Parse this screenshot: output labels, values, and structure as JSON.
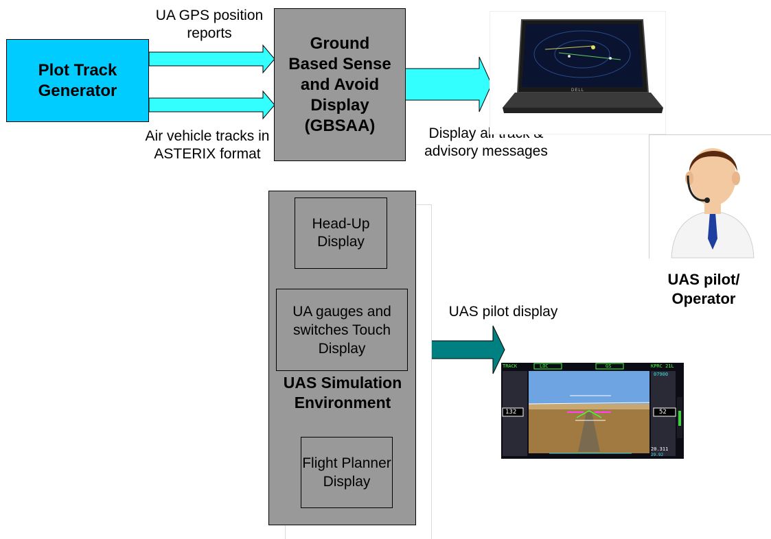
{
  "plot_track": {
    "label": "Plot Track Generator",
    "color": "#00ccff"
  },
  "gbsaa": {
    "label": "Ground Based Sense and Avoid Display (GBSAA)",
    "color": "#999999"
  },
  "gps_label": "UA GPS position reports",
  "tracks_label": "Air vehicle tracks in ASTERIX format",
  "display_label": "Display all track & advisory messages",
  "sim_env": {
    "label": "UAS Simulation Environment",
    "color": "#999999",
    "hud": "Head-Up Display",
    "gauges": "UA gauges and switches Touch Display",
    "planner": "Flight Planner Display"
  },
  "pilot_display_label": "UAS pilot display",
  "operator_label": "UAS pilot/ Operator",
  "laptop_brand": "DELL",
  "pfd": {
    "track": "TRACK",
    "loc": "LOC",
    "gs": "GS",
    "freq": "KPRC 21L",
    "alt_bug": "07900",
    "speed": "132",
    "altitude": "52",
    "heading_bottom": "20.311",
    "baro": "29.92"
  },
  "colors": {
    "light_arrow": "#33ffff",
    "dark_arrow": "#008080"
  }
}
